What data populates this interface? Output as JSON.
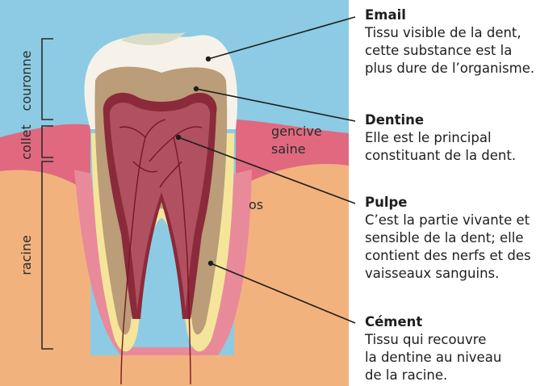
{
  "regions": {
    "couronne": "couronne",
    "collet": "collet",
    "racine": "racine"
  },
  "labels": {
    "gencive_line1": "gencive",
    "gencive_line2": "saine",
    "os": "os"
  },
  "callouts": {
    "email": {
      "title": "Email",
      "desc": "Tissu visible de la dent,\ncette substance est la\nplus dure de l’organisme."
    },
    "dentine": {
      "title": "Dentine",
      "desc": "Elle est le principal\nconstituant de la dent."
    },
    "pulpe": {
      "title": "Pulpe",
      "desc": "C’est la partie vivante et\nsensible de la dent; elle\ncontient des nerfs et des\nvaisseaux sanguins."
    },
    "cement": {
      "title": "Cément",
      "desc": "Tissu qui recouvre\nla dentine au niveau\nde la racine."
    }
  },
  "colors": {
    "sky": "#8ccbe3",
    "bone": "#f2b27d",
    "gum": "#e0697f",
    "gum_light": "#e98a9a",
    "enamel": "#f6f2ea",
    "cementum": "#f5e59a",
    "dentin": "#bb9d79",
    "pulp_border": "#8b2a3a",
    "pulp": "#b05060",
    "vessel": "#7a1525"
  }
}
